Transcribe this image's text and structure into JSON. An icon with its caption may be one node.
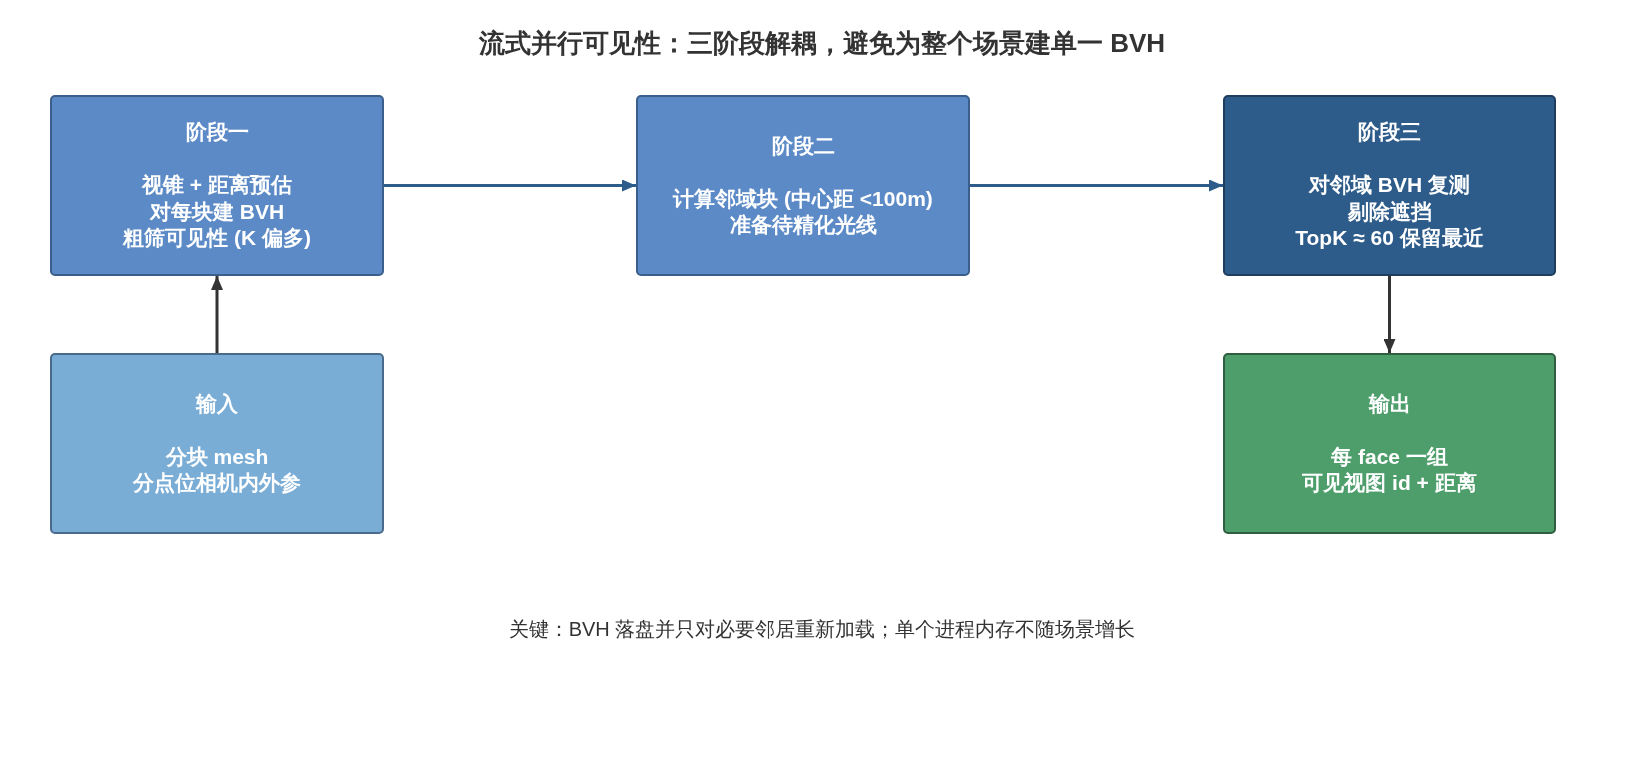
{
  "diagram": {
    "title": "流式并行可见性：三阶段解耦，避免为整个场景建单一 BVH",
    "nodes": [
      {
        "text": [
          "阶段一",
          "视锥 + 距离预估",
          "对每块建 BVH",
          "粗筛可见性 (K 偏多)"
        ]
      },
      {
        "text": [
          "阶段二",
          "计算邻域块 (中心距 <100m)",
          "准备待精化光线"
        ]
      },
      {
        "text": [
          "阶段三",
          "对邻域 BVH 复测",
          "剔除遮挡",
          "TopK ≈ 60 保留最近"
        ]
      },
      {
        "text": [
          "输入",
          "分块 mesh",
          "分点位相机内外参"
        ]
      },
      {
        "text": [
          "输出",
          "每 face 一组",
          "可见视图 id + 距离"
        ]
      }
    ],
    "edges": [
      {
        "from": 3,
        "to": 0,
        "arrow": "to",
        "color": "#333333"
      },
      {
        "from": 0,
        "to": 1,
        "arrow": "to",
        "color": "#2d5b8a"
      },
      {
        "from": 1,
        "to": 2,
        "arrow": "to",
        "color": "#2d5b8a"
      },
      {
        "from": 2,
        "to": 4,
        "arrow": "to",
        "color": "#333333"
      }
    ],
    "labels": [
      "关键：BVH 落盘并只对必要邻居重新加载；单个进程内存不随场景增长"
    ]
  }
}
